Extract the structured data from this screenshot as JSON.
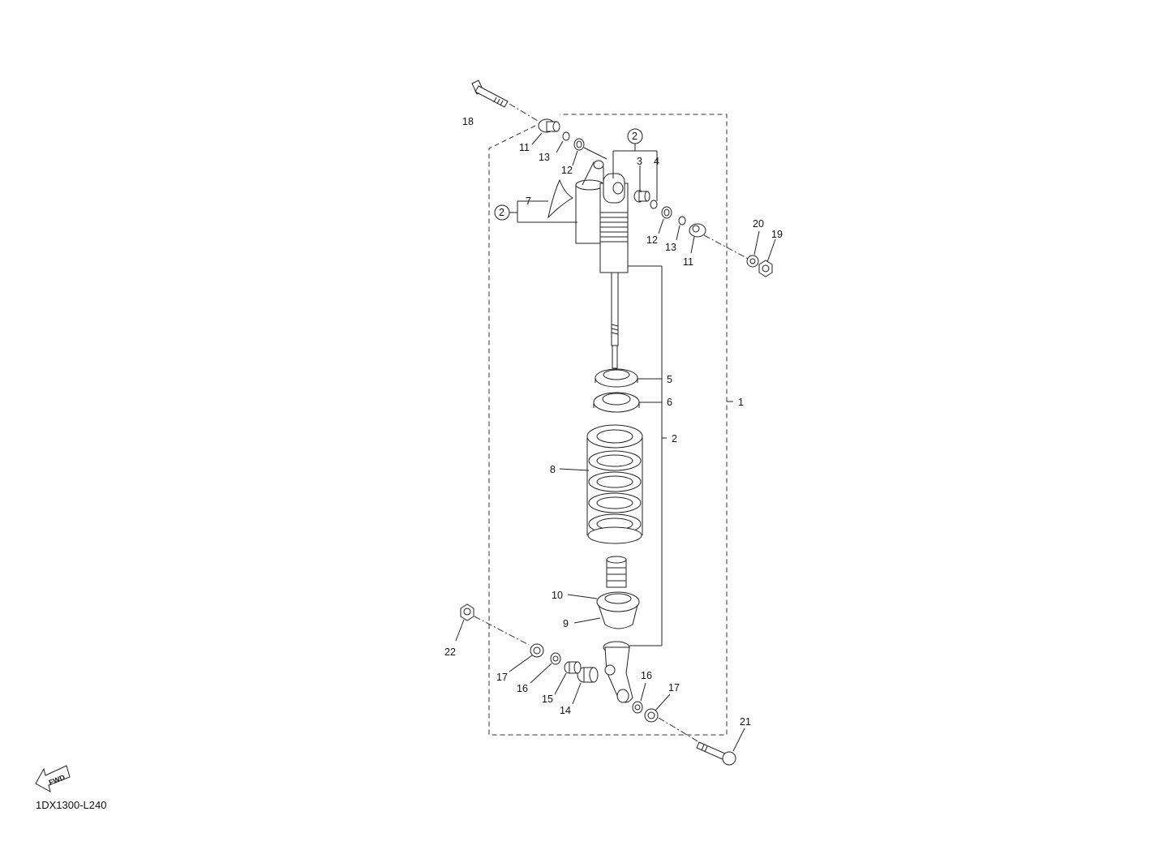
{
  "diagram_code": "1DX1300-L240",
  "fwd_label": "FWD",
  "callouts": [
    {
      "id": "c18",
      "text": "18"
    },
    {
      "id": "c11a",
      "text": "11"
    },
    {
      "id": "c13a",
      "text": "13"
    },
    {
      "id": "c12a",
      "text": "12"
    },
    {
      "id": "c2top",
      "text": "2"
    },
    {
      "id": "c3",
      "text": "3"
    },
    {
      "id": "c4",
      "text": "4"
    },
    {
      "id": "c7",
      "text": "7"
    },
    {
      "id": "c2left",
      "text": "2"
    },
    {
      "id": "c12b",
      "text": "12"
    },
    {
      "id": "c13b",
      "text": "13"
    },
    {
      "id": "c11b",
      "text": "11"
    },
    {
      "id": "c20",
      "text": "20"
    },
    {
      "id": "c19",
      "text": "19"
    },
    {
      "id": "c5",
      "text": "5"
    },
    {
      "id": "c6",
      "text": "6"
    },
    {
      "id": "c1",
      "text": "1"
    },
    {
      "id": "c2right",
      "text": "2"
    },
    {
      "id": "c8",
      "text": "8"
    },
    {
      "id": "c10",
      "text": "10"
    },
    {
      "id": "c9",
      "text": "9"
    },
    {
      "id": "c22",
      "text": "22"
    },
    {
      "id": "c17a",
      "text": "17"
    },
    {
      "id": "c16a",
      "text": "16"
    },
    {
      "id": "c15",
      "text": "15"
    },
    {
      "id": "c14",
      "text": "14"
    },
    {
      "id": "c16b",
      "text": "16"
    },
    {
      "id": "c17b",
      "text": "17"
    },
    {
      "id": "c21",
      "text": "21"
    }
  ]
}
